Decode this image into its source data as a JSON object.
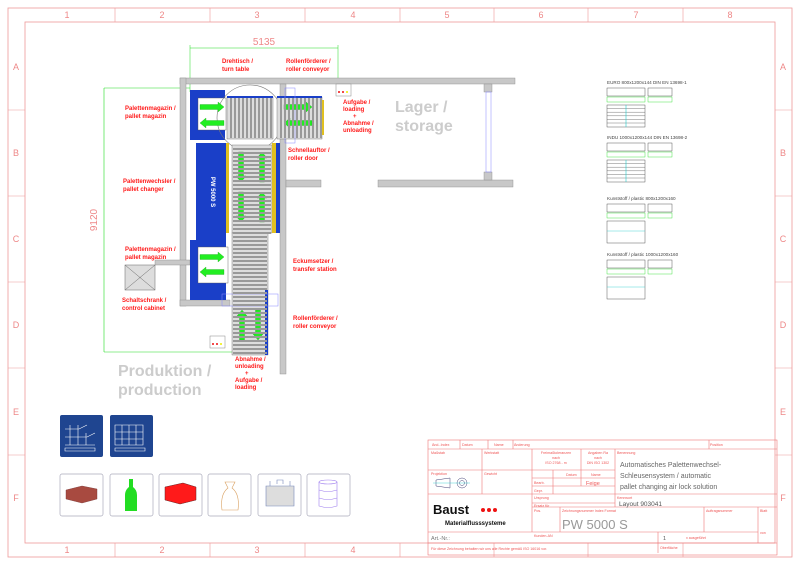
{
  "frame": {
    "columns": [
      "1",
      "2",
      "3",
      "4",
      "5",
      "6",
      "7",
      "8"
    ],
    "rows": [
      "A",
      "B",
      "C",
      "D",
      "E",
      "F"
    ]
  },
  "dimensions": {
    "width": "5135",
    "height": "9120"
  },
  "areas": {
    "storage": [
      "Lager /",
      "storage"
    ],
    "production": [
      "Produktion /",
      "production"
    ]
  },
  "machine_label": "PW 5000 S",
  "labels": {
    "turntable": [
      "Drehtisch /",
      "turn table"
    ],
    "roller_conveyor_top": [
      "Rollenförderer /",
      "roller conveyor"
    ],
    "pallet_magazine_top": [
      "Palettenmagazin /",
      "pallet magazin"
    ],
    "loading_top": [
      "Aufgabe /",
      "loading",
      "+",
      "Abnahme /",
      "unloading"
    ],
    "roller_door": [
      "Schnellauftor /",
      "roller door"
    ],
    "pallet_changer": [
      "Palettenwechsler /",
      "pallet changer"
    ],
    "pallet_magazine_bottom": [
      "Palettenmagazin /",
      "pallet magazin"
    ],
    "control_cabinet": [
      "Schaltschrank /",
      "control cabinet"
    ],
    "transfer_station": [
      "Eckumsetzer /",
      "transfer station"
    ],
    "roller_conveyor_bottom": [
      "Rollenförderer /",
      "roller conveyor"
    ],
    "unloading_bottom": [
      "Abnahme /",
      "unloading",
      "+",
      "Aufgabe /",
      "loading"
    ]
  },
  "pallet_specs": [
    "EURO 800x1200x144  DIN EN 13698-1",
    "INDU 1000x1200x144  DIN EN 13698-2",
    "Kunststoff / plastic 800x1200x160",
    "Kunststoff / plastic 1000x1200x160"
  ],
  "load_icons": {
    "pallets": [
      "mixed-pallet-icon",
      "full-pallet-icon"
    ],
    "goods": [
      "carton-icon",
      "bottle-icon",
      "crate-icon",
      "sack-icon",
      "big-bag-icon",
      "drum-icon"
    ]
  },
  "title_block": {
    "headers": {
      "change_index": "Änd.-Index",
      "date": "Datum",
      "name": "Name",
      "change": "Änderung",
      "position": "Position"
    },
    "scale": "Maßstab",
    "workshop": "Werkstatt",
    "tolerances": [
      "Freimaßtoleranzen",
      "nach",
      "ISO 2768 - m"
    ],
    "roughness": [
      "Angaben Ra",
      "nach",
      "DIN ISO 1302"
    ],
    "designation_label": "Benennung",
    "designation": [
      "Automatisches Palettenwechsel-",
      "Schleusensystem / automatic",
      "pallet changing air lock solution"
    ],
    "projection": "Projektion",
    "weight": "Gewicht",
    "date_col": "Datum",
    "name_col": "Name",
    "drawn_by": "Bearb.",
    "drawn_name": "Feige",
    "checked_by": "Gepr.",
    "origin": "Ursprung",
    "replaces": "Ersatz für",
    "keyword_label": "Kennwort",
    "keyword": "Layout 903041",
    "company": "Baust",
    "company_sub": "Materialflusssysteme",
    "pos": "Pos.",
    "drawing_number_label": "Zeichnungsnummer  Index  Format",
    "drawing_number": "PW 5000 S",
    "order_number": "Auftragsnummer",
    "sheet": "Blatt",
    "sheet_of": "von",
    "article_no": "Art.-Nr.:",
    "customer_no": "Kunden-AN",
    "quantity": "1",
    "executed": "x ausgeführt",
    "notice": "Für diese Zeichnung behalten wir uns alle Rechte gemäß ISO 16016 vor.",
    "surface": "Oberfläche"
  },
  "colors": {
    "frame": "#ee8888",
    "machine_blue": "#1a3fc8",
    "arrow_green": "#22ee22",
    "label_red": "#ff1a1a",
    "wall_grey": "#c8c8c8",
    "dim_green": "#22dd22"
  }
}
